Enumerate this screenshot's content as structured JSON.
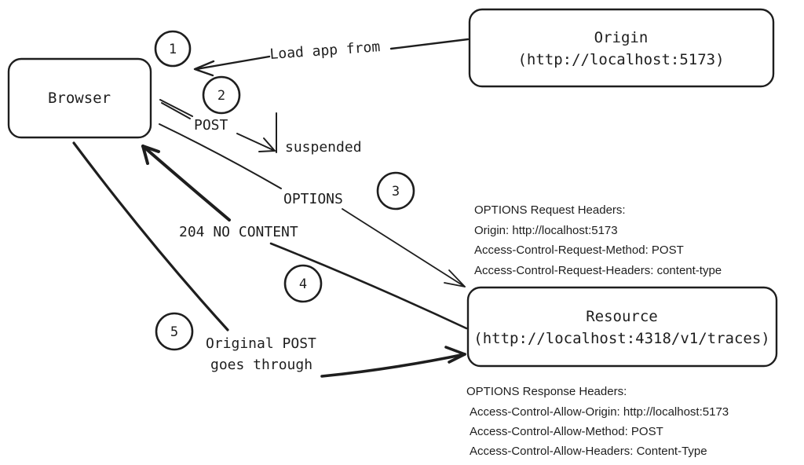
{
  "nodes": {
    "browser": {
      "label": "Browser"
    },
    "origin": {
      "line1": "Origin",
      "line2": "(http://localhost:5173)"
    },
    "resource": {
      "line1": "Resource",
      "line2": "(http://localhost:4318/v1/traces)"
    }
  },
  "steps": [
    "1",
    "2",
    "3",
    "4",
    "5"
  ],
  "edge_labels": {
    "load_app": "Load app from",
    "post": "POST",
    "suspended": "suspended",
    "options": "OPTIONS",
    "no_content": "204 NO CONTENT",
    "original_post_1": "Original POST",
    "original_post_2": "goes through"
  },
  "request_headers": {
    "title": "OPTIONS Request Headers:",
    "lines": [
      "Origin: http://localhost:5173",
      "Access-Control-Request-Method: POST",
      "Access-Control-Request-Headers: content-type"
    ]
  },
  "response_headers": {
    "title": "OPTIONS Response Headers:",
    "lines": [
      "Access-Control-Allow-Origin: http://localhost:5173",
      "Access-Control-Allow-Method: POST",
      "Access-Control-Allow-Headers: Content-Type"
    ]
  }
}
